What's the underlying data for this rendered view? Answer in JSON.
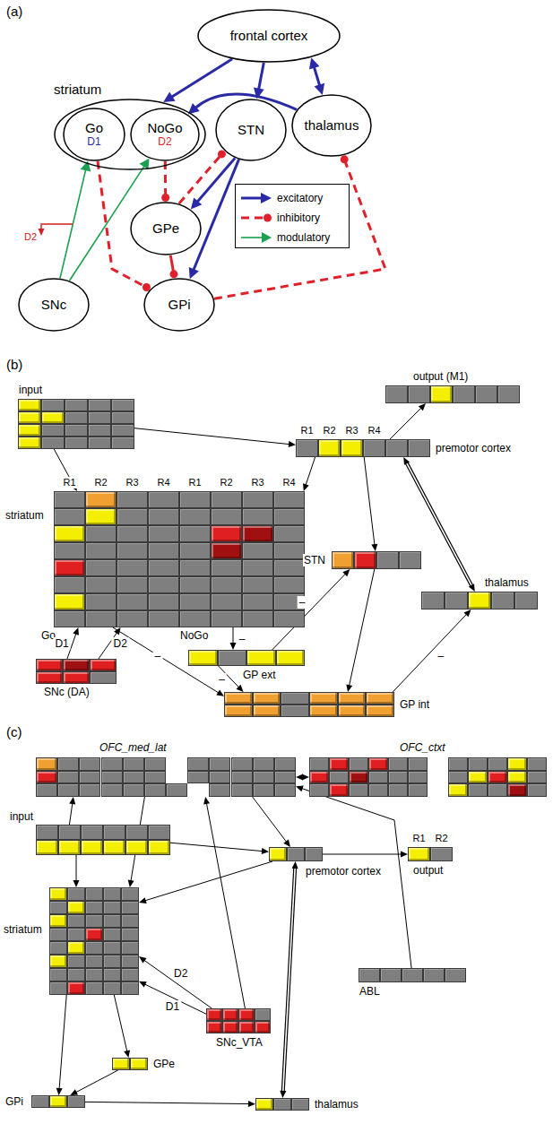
{
  "diagram": {
    "nodes": [
      {
        "text": [
          "frontal cortex"
        ]
      },
      {
        "text": [
          "striatum"
        ]
      },
      {
        "text": [
          "Go",
          "D1"
        ],
        "in": 1
      },
      {
        "text": [
          "NoGo",
          "D2"
        ],
        "in": 1
      },
      {
        "text": [
          "STN"
        ]
      },
      {
        "text": [
          "thalamus"
        ]
      },
      {
        "text": [
          "GPe"
        ]
      },
      {
        "text": [
          "GPi"
        ]
      },
      {
        "text": [
          "SNc"
        ]
      },
      {
        "text": [
          "input"
        ]
      },
      {
        "text": [
          "striatum"
        ]
      },
      {
        "text": [
          "premotor cortex"
        ]
      },
      {
        "text": [
          "output (M1)"
        ]
      },
      {
        "text": [
          "STN"
        ]
      },
      {
        "text": [
          "thalamus"
        ]
      },
      {
        "text": [
          "GP ext"
        ]
      },
      {
        "text": [
          "GP int"
        ]
      },
      {
        "text": [
          "SNc (DA)"
        ]
      },
      {
        "text": [
          "OFC_med_lat"
        ]
      },
      {
        "text": [
          "OFC_ctxt"
        ]
      },
      {
        "text": [
          "input"
        ]
      },
      {
        "text": [
          "striatum"
        ]
      },
      {
        "text": [
          "premotor cortex"
        ]
      },
      {
        "text": [
          "output"
        ]
      },
      {
        "text": [
          "ABL"
        ]
      },
      {
        "text": [
          "SNc_VTA"
        ]
      },
      {
        "text": [
          "GPe"
        ]
      },
      {
        "text": [
          "GPi"
        ]
      },
      {
        "text": [
          "thalamus"
        ]
      }
    ],
    "edges": [
      {
        "from": 0,
        "to": 1,
        "arrow": "to"
      },
      {
        "from": 0,
        "to": 4,
        "arrow": "to"
      },
      {
        "from": 0,
        "to": 5,
        "arrow": "both"
      },
      {
        "from": 5,
        "to": 3,
        "arrow": "to"
      },
      {
        "from": 2,
        "to": 7,
        "arrow": "to"
      },
      {
        "from": 3,
        "to": 6,
        "arrow": "to"
      },
      {
        "from": 6,
        "to": 4,
        "arrow": "to"
      },
      {
        "from": 4,
        "to": 6,
        "arrow": "to"
      },
      {
        "from": 6,
        "to": 7,
        "arrow": "to"
      },
      {
        "from": 4,
        "to": 7,
        "arrow": "to"
      },
      {
        "from": 7,
        "to": 5,
        "arrow": "to"
      },
      {
        "from": 8,
        "to": 2,
        "arrow": "to"
      },
      {
        "from": 8,
        "to": 3,
        "arrow": "to"
      },
      {
        "from": 9,
        "to": 10,
        "arrow": "to"
      },
      {
        "from": 9,
        "to": 11,
        "arrow": "to"
      },
      {
        "from": 11,
        "to": 12,
        "arrow": "to"
      },
      {
        "from": 11,
        "to": 10,
        "arrow": "to"
      },
      {
        "from": 11,
        "to": 13,
        "arrow": "to"
      },
      {
        "from": 11,
        "to": 14,
        "arrow": "both"
      },
      {
        "from": 10,
        "to": 16,
        "arrow": "to",
        "label": "–"
      },
      {
        "from": 10,
        "to": 15,
        "arrow": "to",
        "label": "–"
      },
      {
        "from": 15,
        "to": 13,
        "arrow": "to",
        "label": "–"
      },
      {
        "from": 13,
        "to": 16,
        "arrow": "to"
      },
      {
        "from": 15,
        "to": 16,
        "arrow": "to",
        "label": "–"
      },
      {
        "from": 16,
        "to": 14,
        "arrow": "to",
        "label": "–"
      },
      {
        "from": 17,
        "to": 10,
        "arrow": "to",
        "label": "D1"
      },
      {
        "from": 17,
        "to": 10,
        "arrow": "to",
        "label": "D2"
      },
      {
        "from": 18,
        "to": 19,
        "arrow": "both"
      },
      {
        "from": 20,
        "to": 18,
        "arrow": "to"
      },
      {
        "from": 20,
        "to": 21,
        "arrow": "to"
      },
      {
        "from": 20,
        "to": 22,
        "arrow": "to"
      },
      {
        "from": 18,
        "to": 21,
        "arrow": "to"
      },
      {
        "from": 18,
        "to": 22,
        "arrow": "to"
      },
      {
        "from": 22,
        "to": 23,
        "arrow": "to"
      },
      {
        "from": 22,
        "to": 21,
        "arrow": "to"
      },
      {
        "from": 22,
        "to": 28,
        "arrow": "both"
      },
      {
        "from": 25,
        "to": 21,
        "arrow": "to",
        "label": "D1"
      },
      {
        "from": 25,
        "to": 21,
        "arrow": "to",
        "label": "D2"
      },
      {
        "from": 25,
        "to": 18,
        "arrow": "to"
      },
      {
        "from": 24,
        "to": 18,
        "arrow": "to"
      },
      {
        "from": 21,
        "to": 27,
        "arrow": "to"
      },
      {
        "from": 21,
        "to": 26,
        "arrow": "to"
      },
      {
        "from": 26,
        "to": 27,
        "arrow": "to"
      },
      {
        "from": 27,
        "to": 28,
        "arrow": "to"
      }
    ],
    "labels": [
      "(a)",
      "D2",
      "(b)",
      "R1",
      "R2",
      "R3",
      "R4",
      "R1",
      "R2",
      "R3",
      "R4",
      "R1",
      "R2",
      "R3",
      "R4",
      "Go",
      "NoGo",
      "(c)",
      "R1",
      "R2"
    ],
    "legend": [
      {
        "text": "excitatory"
      },
      {
        "text": "inhibitory"
      },
      {
        "text": "modulatory"
      }
    ]
  }
}
